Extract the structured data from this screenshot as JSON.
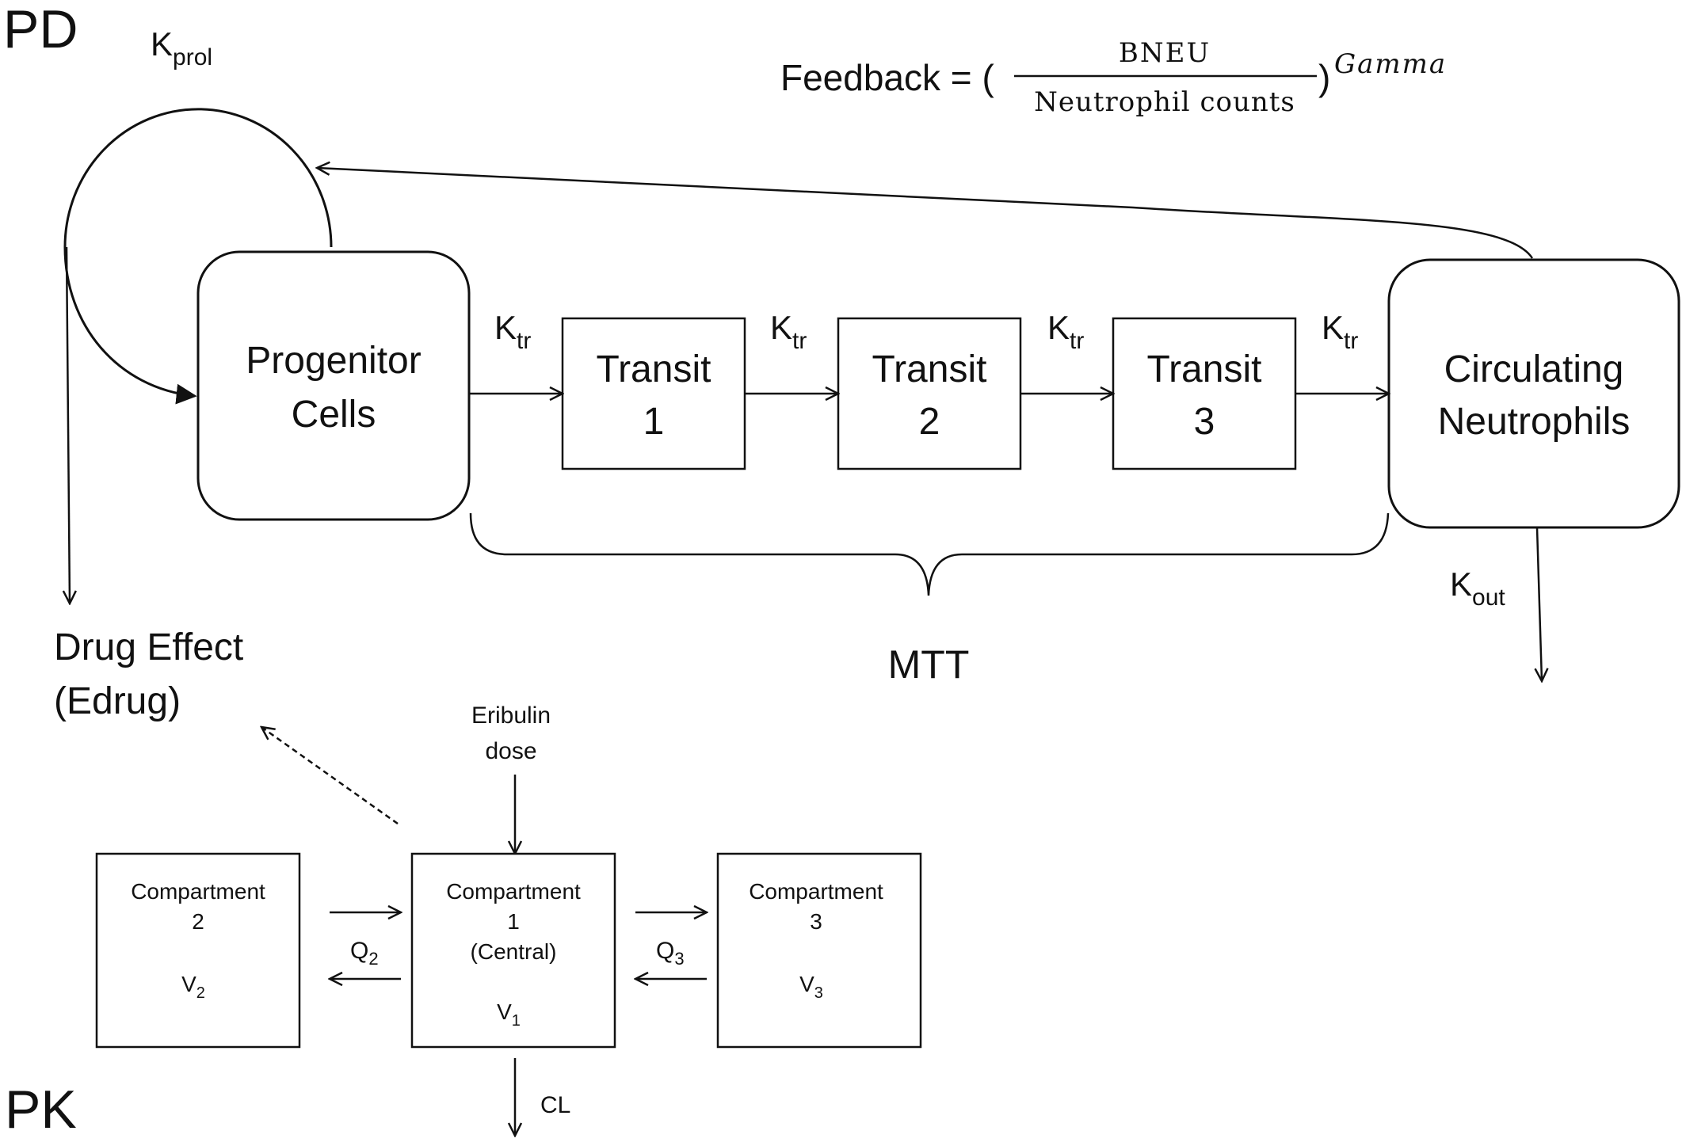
{
  "sections": {
    "pd": "PD",
    "pk": "PK"
  },
  "feedback": {
    "prefix": "Feedback = (",
    "numerator": "BNEU",
    "denominator": "Neutrophil counts",
    "suffix": ")",
    "exponent": "Gamma"
  },
  "rates": {
    "kprol": {
      "base": "K",
      "sub": "prol"
    },
    "ktr": {
      "base": "K",
      "sub": "tr"
    },
    "kout": {
      "base": "K",
      "sub": "out"
    }
  },
  "pd_nodes": {
    "progenitor": [
      "Progenitor",
      "Cells"
    ],
    "transit1": [
      "Transit",
      "1"
    ],
    "transit2": [
      "Transit",
      "2"
    ],
    "transit3": [
      "Transit",
      "3"
    ],
    "circulating": [
      "Circulating",
      "Neutrophils"
    ]
  },
  "mtt": "MTT",
  "drug_effect": [
    "Drug Effect",
    "(Edrug)"
  ],
  "dose": [
    "Eribulin",
    "dose"
  ],
  "pk_nodes": {
    "comp2": {
      "lines": [
        "Compartment",
        "2"
      ],
      "volume": {
        "base": "V",
        "sub": "2"
      }
    },
    "comp1": {
      "lines": [
        "Compartment",
        "1",
        "(Central)"
      ],
      "volume": {
        "base": "V",
        "sub": "1"
      }
    },
    "comp3": {
      "lines": [
        "Compartment",
        "3"
      ],
      "volume": {
        "base": "V",
        "sub": "3"
      }
    }
  },
  "flows": {
    "q2": {
      "base": "Q",
      "sub": "2"
    },
    "q3": {
      "base": "Q",
      "sub": "3"
    },
    "cl": "CL"
  }
}
